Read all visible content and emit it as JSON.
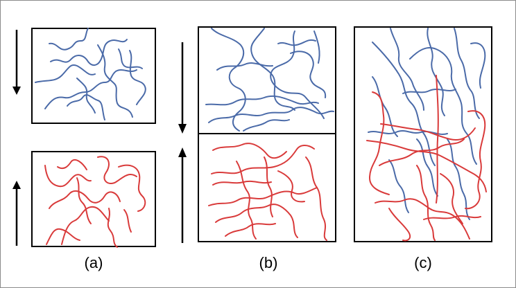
{
  "colors": {
    "blue_strands": "#4a6aa8",
    "red_strands": "#d93a3a",
    "box_border": "#000000",
    "arrow": "#000000",
    "frame_border": "#8a8a8a"
  },
  "panels": {
    "a": {
      "label": "(a)"
    },
    "b": {
      "label": "(b)"
    },
    "c": {
      "label": "(c)"
    }
  }
}
